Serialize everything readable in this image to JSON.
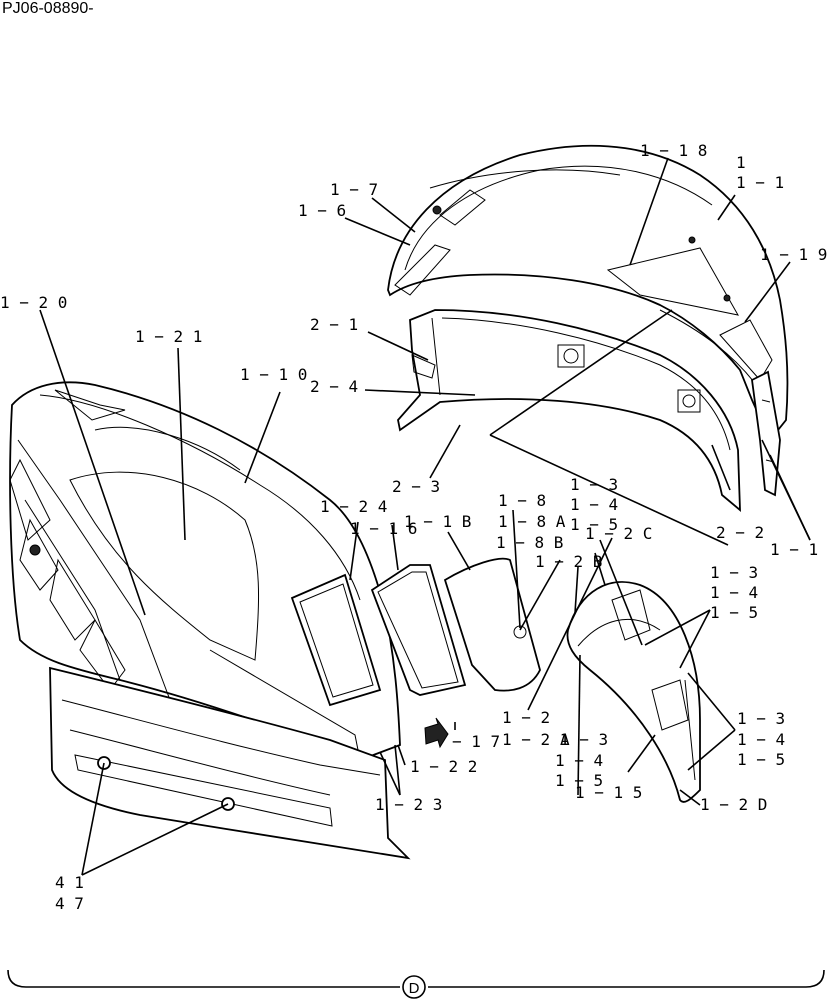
{
  "document_id": "PJ06-08890-",
  "section_marker": "D",
  "callouts": [
    {
      "id": "c1",
      "text": "1 − 1 8"
    },
    {
      "id": "c2",
      "text": "1"
    },
    {
      "id": "c3",
      "text": "1 − 1"
    },
    {
      "id": "c4",
      "text": "1 − 7"
    },
    {
      "id": "c5",
      "text": "1 − 6"
    },
    {
      "id": "c6",
      "text": "1 − 1 9"
    },
    {
      "id": "c7",
      "text": "1 − 2 0"
    },
    {
      "id": "c8",
      "text": "2 − 1"
    },
    {
      "id": "c9",
      "text": "1 − 2 1"
    },
    {
      "id": "c10",
      "text": "1 − 1 0"
    },
    {
      "id": "c11",
      "text": "2 − 4"
    },
    {
      "id": "c12",
      "text": "1 − 3"
    },
    {
      "id": "c13",
      "text": "2 − 3"
    },
    {
      "id": "c14",
      "text": "1 − 8"
    },
    {
      "id": "c15",
      "text": "1 − 4"
    },
    {
      "id": "c16",
      "text": "1 − 2 4"
    },
    {
      "id": "c17",
      "text": "1 − 1 B"
    },
    {
      "id": "c18",
      "text": "1 − 8 A"
    },
    {
      "id": "c19",
      "text": "1 − 5"
    },
    {
      "id": "c20",
      "text": "1 − 1 6"
    },
    {
      "id": "c21",
      "text": "2 − 2"
    },
    {
      "id": "c22",
      "text": "1 − 2 C"
    },
    {
      "id": "c23",
      "text": "1 − 8 B"
    },
    {
      "id": "c24",
      "text": "1 − 1"
    },
    {
      "id": "c25",
      "text": "1 − 2 B"
    },
    {
      "id": "c26",
      "text": "1 − 3"
    },
    {
      "id": "c27",
      "text": "1 − 4"
    },
    {
      "id": "c28",
      "text": "1 − 5"
    },
    {
      "id": "c29",
      "text": "1 − 2"
    },
    {
      "id": "c30",
      "text": "1 − 2 1"
    },
    {
      "id": "c31",
      "text": "− 1 7"
    },
    {
      "id": "c32",
      "text": "A − 3"
    },
    {
      "id": "c33",
      "text": "1 − 3"
    },
    {
      "id": "c34",
      "text": "1 − 4"
    },
    {
      "id": "c35",
      "text": "1 − 4"
    },
    {
      "id": "c36",
      "text": "1 − 2 2"
    },
    {
      "id": "c37",
      "text": "1 − 5"
    },
    {
      "id": "c38",
      "text": "1 − 5"
    },
    {
      "id": "c39",
      "text": "1 − 1 5"
    },
    {
      "id": "c40",
      "text": "1 − 2 3"
    },
    {
      "id": "c41",
      "text": "1 − 2 D"
    },
    {
      "id": "c42",
      "text": "4 1"
    },
    {
      "id": "c43",
      "text": "4 7"
    }
  ]
}
